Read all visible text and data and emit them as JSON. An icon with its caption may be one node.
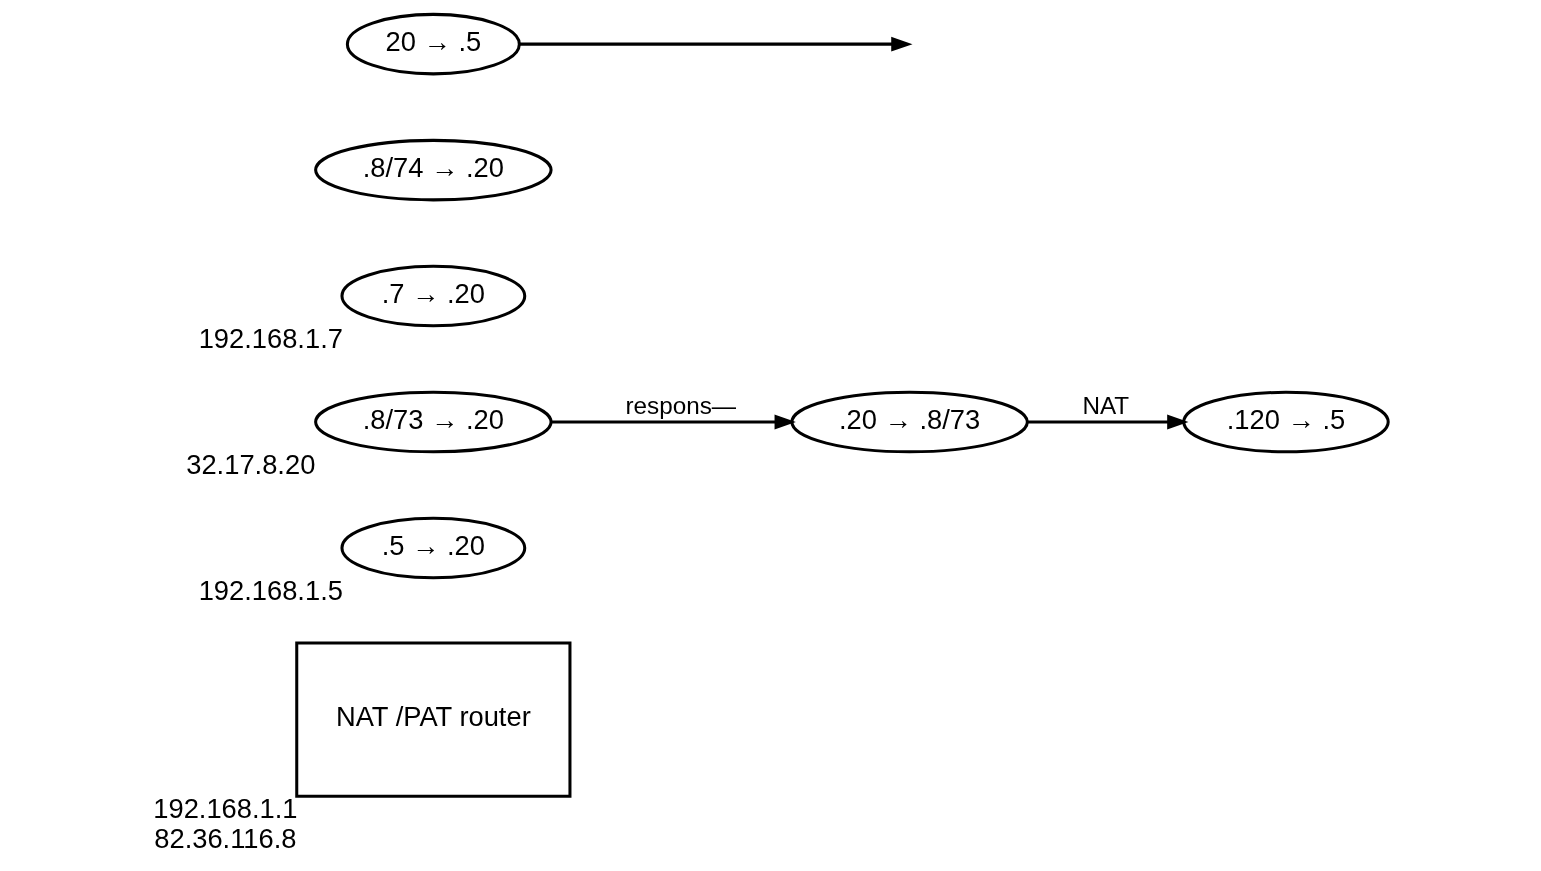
{
  "diagram": {
    "nodes": [
      {
        "text": [
          "NAT /PAT router"
        ],
        "beside": [
          "192.168.1.1",
          "82.36.116.8"
        ]
      },
      {
        "text": [
          ".5 → .20"
        ],
        "beside": [
          "192.168.1.5"
        ]
      },
      {
        "text": [
          ".8/73 → .20"
        ],
        "beside": [
          "32.17.8.20"
        ]
      },
      {
        "text": [
          ".20 → .8/73"
        ]
      },
      {
        "text": [
          ".120 → .5"
        ]
      },
      {
        "text": [
          ".7 → .20"
        ],
        "beside": [
          "192.168.1.7"
        ]
      },
      {
        "text": [
          ".8/74 → .20"
        ]
      },
      {
        "text": [
          "20 → .5"
        ]
      }
    ],
    "edges": [
      {
        "from": 2,
        "to": 3,
        "arrow": "to",
        "label": "respons—"
      },
      {
        "from": 3,
        "to": 4,
        "arrow": "to",
        "label": "NAT"
      },
      {
        "from": 7,
        "to": null,
        "arrow": "to"
      }
    ]
  }
}
